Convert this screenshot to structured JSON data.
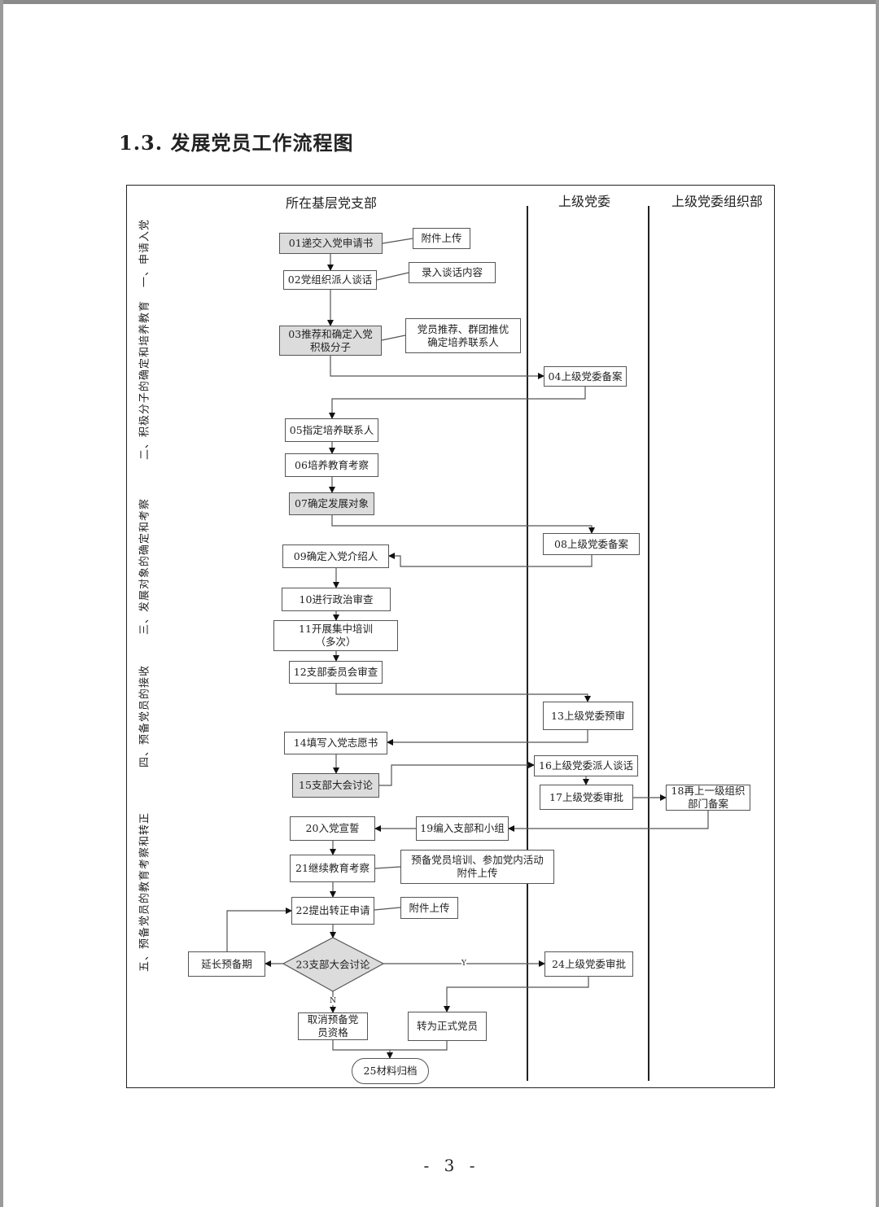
{
  "title": "1.3. 发展党员工作流程图",
  "lanes": [
    "所在基层党支部",
    "上级党委",
    "上级党委组织部"
  ],
  "stages": [
    "一、申请入党",
    "二、积极分子的确定和培养教育",
    "三、发展对象的确定和考察",
    "四、预备党员的接收",
    "五、预备党员的教育考察和转正"
  ],
  "steps": {
    "s01": "01递交入党申请书",
    "s01_note": "附件上传",
    "s02": "02党组织派人谈话",
    "s02_note": "录入谈话内容",
    "s03": "03推荐和确定入党\n积极分子",
    "s03_note": "党员推荐、群团推优\n确定培养联系人",
    "s04": "04上级党委备案",
    "s05": "05指定培养联系人",
    "s06": "06培养教育考察",
    "s07": "07确定发展对象",
    "s08": "08上级党委备案",
    "s09": "09确定入党介绍人",
    "s10": "10进行政治审查",
    "s11": "11开展集中培训\n（多次）",
    "s12": "12支部委员会审查",
    "s13": "13上级党委预审",
    "s14": "14填写入党志愿书",
    "s15": "15支部大会讨论",
    "s16": "16上级党委派人谈话",
    "s17": "17上级党委审批",
    "s18": "18再上一级组织\n部门备案",
    "s19": "19编入支部和小组",
    "s20": "20入党宣誓",
    "s21": "21继续教育考察",
    "s21_note": "预备党员培训、参加党内活动\n附件上传",
    "s22": "22提出转正申请",
    "s22_note": "附件上传",
    "s23": "23支部大会讨论",
    "s23_yes": "Y",
    "s23_no": "N",
    "extend": "延长预备期",
    "s24": "24上级党委审批",
    "cancel": "取消预备党\n员资格",
    "full": "转为正式党员",
    "s25": "25材料归档"
  },
  "page_number": "- 3 -",
  "colors": {
    "highlight_box": "#dcdcdc",
    "line": "#555555"
  }
}
